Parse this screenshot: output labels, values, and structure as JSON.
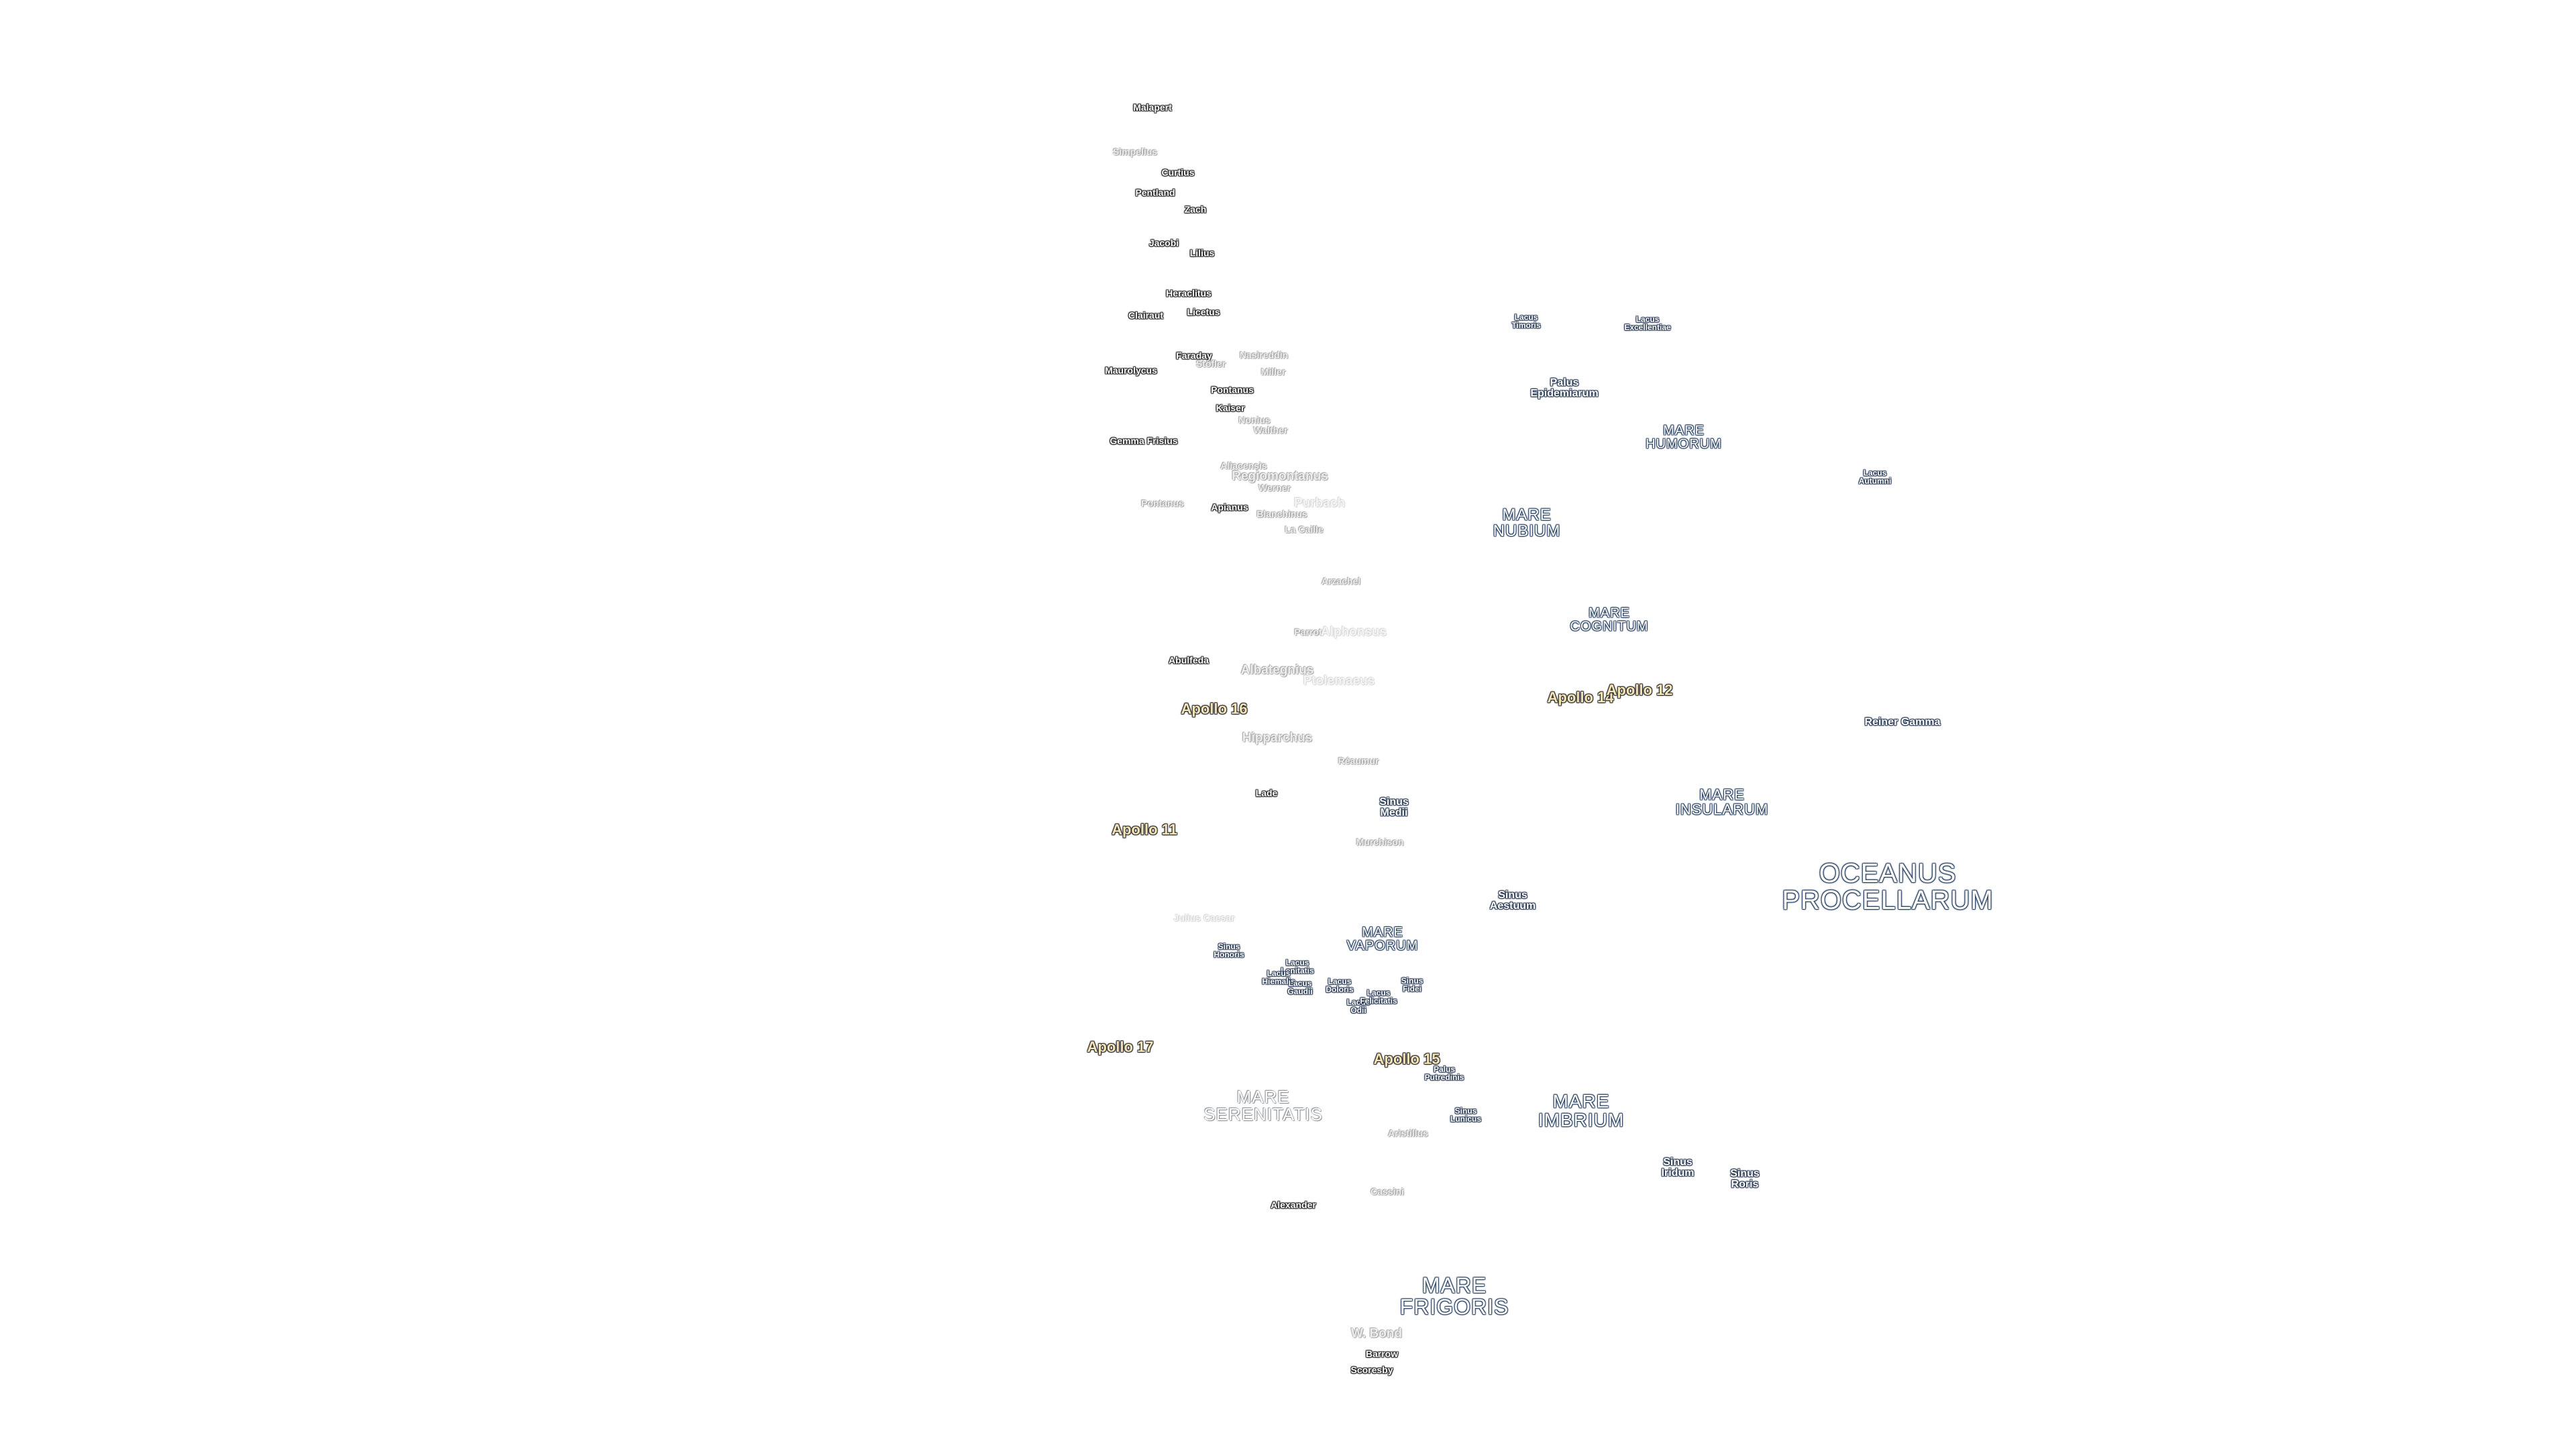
{
  "craters": [
    {
      "name": "Malapert"
    },
    {
      "name": "Simpelius"
    },
    {
      "name": "Curtius"
    },
    {
      "name": "Pentland"
    },
    {
      "name": "Zach"
    },
    {
      "name": "Jacobi"
    },
    {
      "name": "Lilius"
    },
    {
      "name": "Heraclitus"
    },
    {
      "name": "Clairaut"
    },
    {
      "name": "Licetus"
    },
    {
      "name": "Maurolycus"
    },
    {
      "name": "Faraday"
    },
    {
      "name": "Stöfler"
    },
    {
      "name": "Nasireddin"
    },
    {
      "name": "Miller"
    },
    {
      "name": "Pontanus"
    },
    {
      "name": "Kaiser"
    },
    {
      "name": "Nonius"
    },
    {
      "name": "Walther"
    },
    {
      "name": "Gemma Frisius"
    },
    {
      "name": "Aliacensis"
    },
    {
      "name": "Regiomontanus"
    },
    {
      "name": "Werner"
    },
    {
      "name": "Purbach"
    },
    {
      "name": "Pontanus"
    },
    {
      "name": "Apianus"
    },
    {
      "name": "Blanchinus"
    },
    {
      "name": "La Caille"
    },
    {
      "name": "Arzachel"
    },
    {
      "name": "Parrot"
    },
    {
      "name": "Alphonsus"
    },
    {
      "name": "Abulfeda"
    },
    {
      "name": "Albategnius"
    },
    {
      "name": "Ptolemaeus"
    },
    {
      "name": "Hipparchus"
    },
    {
      "name": "Réaumur"
    },
    {
      "name": "Lade"
    },
    {
      "name": "Murchison"
    },
    {
      "name": "Julius Caesar"
    },
    {
      "name": "Aristillus"
    },
    {
      "name": "Cassini"
    },
    {
      "name": "Alexander"
    },
    {
      "name": "W. Bond"
    },
    {
      "name": "Barrow"
    },
    {
      "name": "Scoresby"
    }
  ],
  "features": [
    {
      "line1": "Lacus",
      "line2": "Timoris"
    },
    {
      "line1": "Lacus",
      "line2": "Excellentiae"
    },
    {
      "line1": "Palus",
      "line2": "Epidemiarum"
    },
    {
      "line1": "Lacus",
      "line2": "Autumni"
    },
    {
      "line1": "Reiner Gamma",
      "line2": ""
    },
    {
      "line1": "Sinus",
      "line2": "Medii"
    },
    {
      "line1": "Sinus",
      "line2": "Aestuum"
    },
    {
      "line1": "Sinus",
      "line2": "Honoris"
    },
    {
      "line1": "Lacus",
      "line2": "Lenitatis"
    },
    {
      "line1": "Lacus",
      "line2": "Hiemalis"
    },
    {
      "line1": "Lacus",
      "line2": "Gaudii"
    },
    {
      "line1": "Lacus",
      "line2": "Doloris"
    },
    {
      "line1": "Lacus",
      "line2": "Odii"
    },
    {
      "line1": "Lacus",
      "line2": "Felicitatis"
    },
    {
      "line1": "Sinus",
      "line2": "Fidei"
    },
    {
      "line1": "Palus",
      "line2": "Putredinis"
    },
    {
      "line1": "Sinus",
      "line2": "Lunicus"
    },
    {
      "line1": "Sinus",
      "line2": "Iridum"
    },
    {
      "line1": "Sinus",
      "line2": "Roris"
    }
  ],
  "maria": [
    {
      "line1": "MARE",
      "line2": "HUMORUM"
    },
    {
      "line1": "MARE",
      "line2": "NUBIUM"
    },
    {
      "line1": "MARE",
      "line2": "COGNITUM"
    },
    {
      "line1": "MARE",
      "line2": "INSULARUM"
    },
    {
      "line1": "MARE",
      "line2": "VAPORUM"
    },
    {
      "line1": "MARE",
      "line2": "SERENITATIS"
    },
    {
      "line1": "MARE",
      "line2": "IMBRIUM"
    },
    {
      "line1": "MARE",
      "line2": "FRIGORIS"
    }
  ],
  "ocean": {
    "line1": "OCEANUS",
    "line2": "PROCELLARUM"
  },
  "apollo_sites": [
    {
      "name": "Apollo 16"
    },
    {
      "name": "Apollo 14"
    },
    {
      "name": "Apollo 12"
    },
    {
      "name": "Apollo 11"
    },
    {
      "name": "Apollo 17"
    },
    {
      "name": "Apollo 15"
    }
  ]
}
